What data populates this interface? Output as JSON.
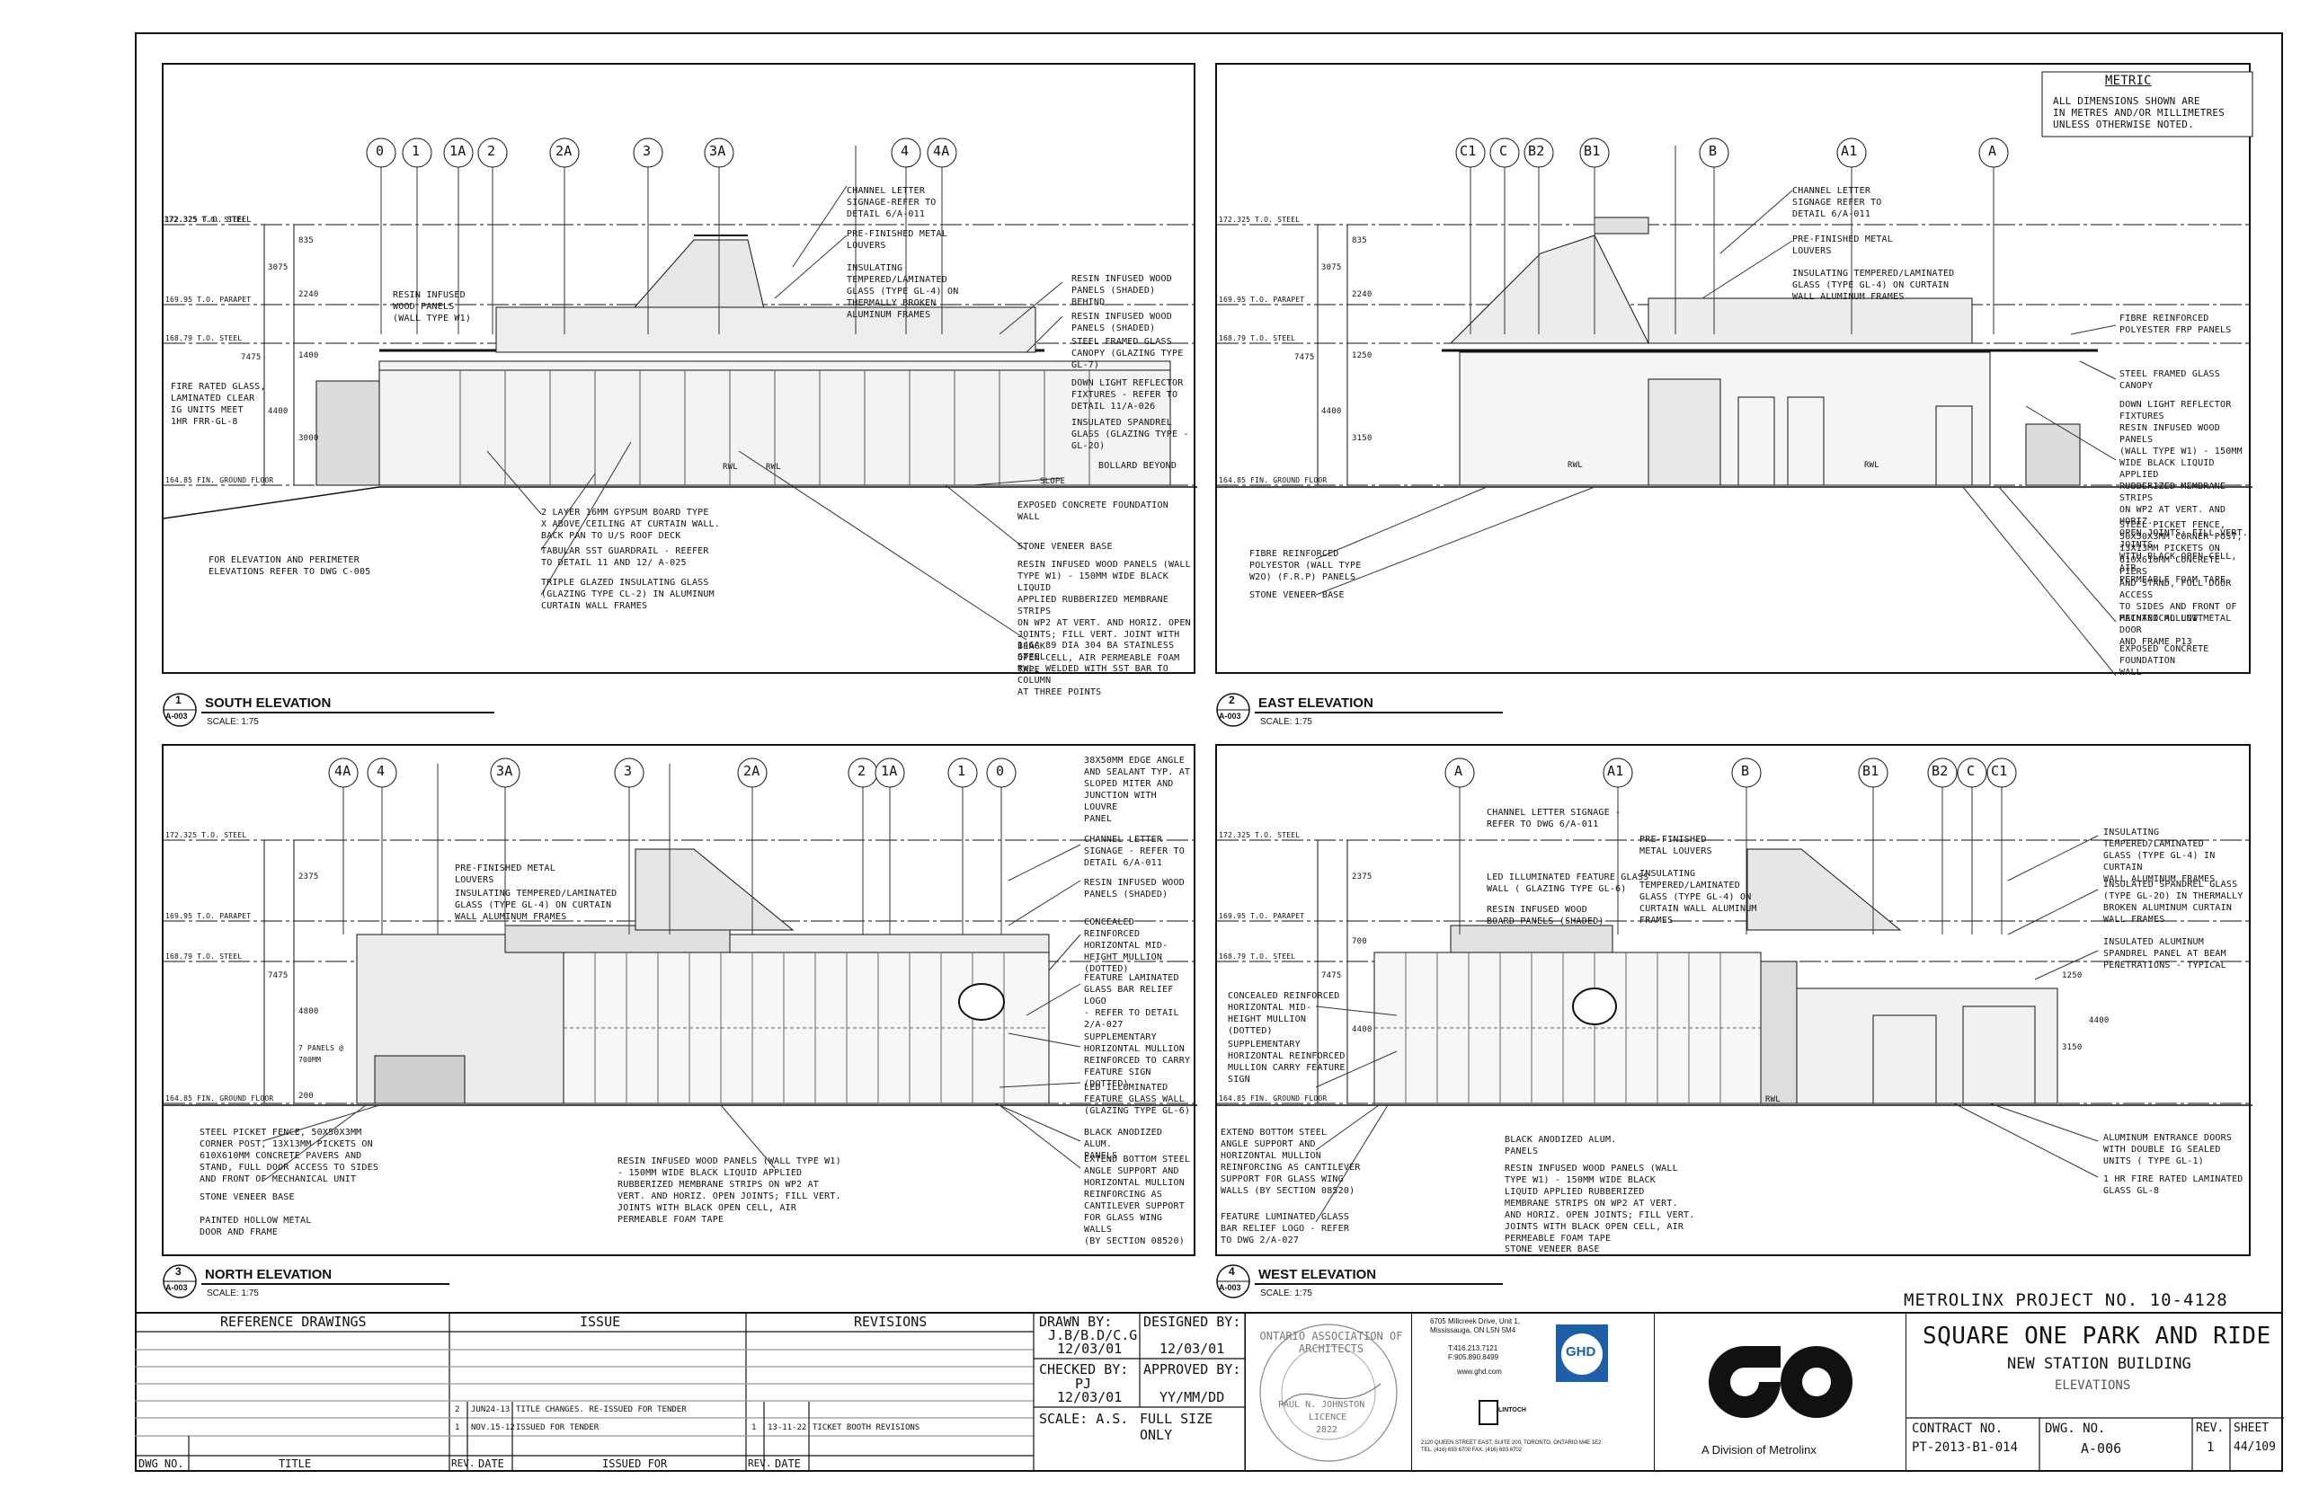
{
  "metric": {
    "title": "METRIC",
    "text": "ALL DIMENSIONS SHOWN ARE\nIN METRES AND/OR MILLIMETRES\nUNLESS OTHERWISE NOTED."
  },
  "levels": {
    "steel_top": "172.325 T.O. STEEL",
    "parapet": "169.95 T.O. PARAPET",
    "steel": "168.79 T.O. STEEL",
    "floor": "164.85 FIN. GROUND FLOOR"
  },
  "south": {
    "num": "1",
    "sheet": "A-003",
    "title": "SOUTH ELEVATION",
    "scale": "SCALE: 1:75",
    "grids": [
      "0",
      "1",
      "1a",
      "2",
      "2a",
      "3",
      "3a",
      "4",
      "4a"
    ],
    "dims": [
      "835",
      "3075",
      "2240",
      "7475",
      "1400",
      "4400",
      "3000"
    ],
    "notes_left": [
      "RESIN INFUSED\nWOOD PANELS\n(WALL TYPE W1)",
      "FIRE RATED GLASS,\nLAMINATED CLEAR\nIG UNITS MEET\n1HR FRR-GL-8",
      "FOR ELEVATION AND PERIMETER\nELEVATIONS REFER TO DWG C-005"
    ],
    "notes_mid": [
      "2 LAYER 16mm GYPSUM BOARD TYPE\nX ABOVE CEILING AT CURTAIN WALL.\nBACK PAN TO U/S ROOF DECK",
      "TABULAR SST GUARDRAIL - REEFER\nTO DETAIL 11  AND 12/ A-025",
      "TRIPLE GLAZED INSULATING GLASS\n(GLAZING TYPE CL-2) IN ALUMINUM\nCURTAIN WALL FRAMES"
    ],
    "notes_right1": [
      "CHANNEL LETTER\nSIGNAGE-REFER TO\nDETAIL 6/A-011",
      "PRE-FINISHED METAL\nLOUVERS",
      "INSULATING\nTEMPERED/LAMINATED\nGLASS (TYPE GL-4) ON\nTHERMALLY BROKEN\nALUMINUM FRAMES"
    ],
    "notes_right2": [
      "RESIN INFUSED WOOD\nPANELS (SHADED) BEHIND",
      "RESIN INFUSED WOOD\nPANELS (SHADED)",
      "STEEL FRAMED GLASS\nCANOPY (GLAZING TYPE\nGL-7)",
      "DOWN LIGHT REFLECTOR\nFIXTURES - REFER TO\nDETAIL 11/A-026",
      "INSULATED SPANDREL\nGLASS (GLAZING TYPE -\nGL-2o)",
      "BOLLARD BEYOND",
      "EXPOSED CONCRETE FOUNDATION WALL",
      "STONE VENEER BASE",
      "RESIN INFUSED WOOD PANELS (WALL\nTYPE W1) - 150mm WIDE BLACK LIQUID\nAPPLIED RUBBERIZED MEMBRANE STRIPS\nON WP2 AT VERT. AND HORIZ. OPEN\nJOINTS; FILL VERT. JOINT WITH BLACK\nOPEN CELL, AIR PERMEABLE FOAM TAPE",
      "14ga 89 DIA 304 BA STAINLESS STEEL\nRWL, WELDED WITH SST BAR TO COLUMN\nAT THREE POINTS"
    ],
    "tags": [
      "RWL",
      "RWL",
      "SLOPE"
    ]
  },
  "east": {
    "num": "2",
    "sheet": "A-003",
    "title": "EAST ELEVATION",
    "scale": "SCALE: 1:75",
    "grids": [
      "C1",
      "C",
      "B2",
      "B1",
      "B",
      "A1",
      "A"
    ],
    "dims": [
      "835",
      "3075",
      "2240",
      "7475",
      "1250",
      "4400",
      "3150"
    ],
    "notes_right1": [
      "CHANNEL LETTER\nSIGNAGE REFER TO\nDETAIL 6/A-011",
      "PRE-FINISHED METAL\nLOUVERS",
      "INSULATING TEMPERED/LAMINATED\nGLASS (TYPE GL-4) ON CURTAIN\nWALL ALUMINUM FRAMES"
    ],
    "notes_right2": [
      "FIBRE REINFORCED\nPOLYESTER FRP PANELS",
      "STEEL FRAMED GLASS\nCANOPY",
      "DOWN LIGHT REFLECTOR\nFIXTURES",
      "RESIN INFUSED WOOD PANELS\n(WALL TYPE W1) - 150mm\nWIDE BLACK LIQUID APPLIED\nRUBBERIZED MEMBRANE STRIPS\nON WP2 AT VERT. AND HORIZ.\nOPEN JOINTS; FILL VERT. JOINTS\nWITH BLACK OPEN CELL, AIR\nPERMEABLE FOAM TAPE",
      "STEEL PICKET FENCE,\n50x50x3mm CORNER POST,\n13x13mm PICKETS ON\n610x610mm CONCRETE PIERS\nAND STAND, FULL DOOR ACCESS\nTO SIDES AND FRONT OF\nMECHANICAL UNIT",
      "PAINTED HOLLOW METAL DOOR\nAND FRAME P13",
      "EXPOSED CONCRETE FOUNDATION\nWALL"
    ],
    "notes_left": [
      "FIBRE REINFORCED\nPOLYESTOR (WALL TYPE\nW2o) (F.R.P) PANELS",
      "STONE VENEER BASE"
    ],
    "tags": [
      "RWL",
      "RWL"
    ]
  },
  "north": {
    "num": "3",
    "sheet": "A-003",
    "title": "NORTH ELEVATION",
    "scale": "SCALE: 1:75",
    "grids": [
      "4a",
      "4",
      "3a",
      "3",
      "2a",
      "2",
      "1a",
      "1",
      "0"
    ],
    "dims": [
      "2375",
      "7475",
      "4800",
      "7 PANELS @ 700mm",
      "200"
    ],
    "notes_top": [
      "PRE-FINISHED METAL\nLOUVERS",
      "INSULATING TEMPERED/LAMINATED\nGLASS (TYPE GL-4) ON CURTAIN\nWALL ALUMINUM FRAMES"
    ],
    "notes_right": [
      "38x50mm EDGE ANGLE\nAND SEALANT TYP. AT\nSLOPED MITER AND\nJUNCTION WITH LOUVRE\nPANEL",
      "CHANNEL LETTER\nSIGNAGE - REFER TO\nDETAIL 6/A-011",
      "RESIN INFUSED WOOD\nPANELS (SHADED)",
      "CONCEALED REINFORCED\nHORIZONTAL MID-\nHEIGHT MULLION\n(DOTTED)",
      "FEATURE LAMINATED\nGLASS BAR RELIEF LOGO\n- REFER TO DETAIL\n2/A-027",
      "SUPPLEMENTARY\nHORIZONTAL MULLION\nREINFORCED TO CARRY\nFEATURE SIGN (DOTTED)",
      "LED ILLUMINATED\nFEATURE GLASS WALL\n(GLAZING TYPE GL-6)",
      "BLACK ANODIZED ALUM.\nPANELS",
      "EXTEND BOTTOM STEEL\nANGLE SUPPORT AND\nHORIZONTAL MULLION\nREINFORCING AS\nCANTILEVER SUPPORT\nFOR GLASS WING WALLS\n(BY SECTION 08520)"
    ],
    "notes_bottom": [
      "STEEL PICKET FENCE, 50x50x3mm\nCORNER POST, 13x13mm PICKETS ON\n610x610mm CONCRETE PAVERS AND\nSTAND, FULL DOOR ACCESS TO SIDES\nAND FRONT OF MECHANICAL UNIT",
      "STONE VENEER BASE",
      "PAINTED HOLLOW METAL\nDOOR AND FRAME",
      "RESIN INFUSED WOOD PANELS (WALL TYPE W1)\n- 150mm WIDE BLACK LIQUID APPLIED\nRUBBERIZED MEMBRANE STRIPS ON WP2 AT\nVERT. AND HORIZ. OPEN JOINTS; FILL VERT.\nJOINTS WITH BLACK OPEN CELL, AIR\nPERMEABLE FOAM TAPE"
    ]
  },
  "west": {
    "num": "4",
    "sheet": "A-003",
    "title": "WEST ELEVATION",
    "scale": "SCALE: 1:75",
    "grids": [
      "A",
      "A1",
      "B",
      "B1",
      "B2",
      "C",
      "C1"
    ],
    "dims": [
      "2375",
      "7475",
      "700",
      "4400",
      "1250",
      "3150",
      "4400"
    ],
    "notes_top": [
      "CHANNEL LETTER SIGNAGE -\nREFER TO DWG 6/A-011",
      "PRE-FINISHED\nMETAL LOUVERS",
      "LED ILLUMINATED FEATURE GLASS\nWALL ( GLAZING TYPE GL-6)",
      "INSULATING\nTEMPERED/LAMINATED\nGLASS (TYPE GL-4) ON\nCURTAIN WALL ALUMINUM\nFRAMES",
      "RESIN INFUSED WOOD\nBOARD PANELS (SHADED)"
    ],
    "notes_right": [
      "INSULATING TEMPERED/LAMINATED\nGLASS (TYPE GL-4) IN CURTAIN\nWALL ALUMINUM FRAMES",
      "INSULATED SPANDREL GLASS\n(TYPE GL-2o) IN THERMALLY\nBROKEN ALUMINUM CURTAIN\nWALL FRAMES",
      "INSULATED ALUMINUM\nSPANDREL PANEL AT BEAM\nPENETRATIONS - TYPICAL",
      "ALUMINUM ENTRANCE DOORS\nWITH DOUBLE IG SEALED\nUNITS ( TYPE GL-1)",
      "1 HR FIRE RATED LAMINATED\nGLASS GL-8"
    ],
    "notes_left": [
      "CONCEALED REINFORCED\nHORIZONTAL MID-\nHEIGHT MULLION\n(DOTTED)",
      "SUPPLEMENTARY\nHORIZONTAL REINFORCED\nMULLION CARRY FEATURE\nSIGN",
      "EXTEND BOTTOM STEEL\nANGLE SUPPORT AND\nHORIZONTAL MULLION\nREINFORCING AS CANTILEVER\nSUPPORT FOR GLASS WING\nWALLS (BY SECTION 08520)",
      "FEATURE LUMINATED GLASS\nBAR RELIEF LOGO - REFER\nTO DWG 2/A-027"
    ],
    "notes_bottom": [
      "BLACK ANODIZED ALUM.\nPANELS",
      "RESIN INFUSED WOOD PANELS (WALL\nTYPE W1) - 150mm WIDE BLACK\nLIQUID APPLIED RUBBERIZED\nMEMBRANE STRIPS ON WP2 AT VERT.\nAND HORIZ. OPEN JOINTS; FILL VERT.\nJOINTS WITH BLACK OPEN CELL, AIR\nPERMEABLE FOAM TAPE",
      "STONE VENEER BASE"
    ],
    "tags": [
      "RWL"
    ]
  },
  "titleblock": {
    "project_no": "METROLINX PROJECT NO. 10-4128",
    "ref_header": "REFERENCE DRAWINGS",
    "issue_header": "ISSUE",
    "revisions_header": "REVISIONS",
    "issues": [
      {
        "no": "2",
        "date": "JUN24-13",
        "text": "TITLE CHANGES. RE-ISSUED FOR TENDER"
      },
      {
        "no": "1",
        "date": "NOV.15-12",
        "text": "ISSUED FOR TENDER"
      }
    ],
    "revisions": [
      {
        "no": "1",
        "date": "13-11-22",
        "text": "TICKET BOOTH REVISIONS"
      }
    ],
    "foot_dwgno": "DWG NO.",
    "foot_title": "TITLE",
    "foot_rev": "REV.",
    "foot_date": "DATE",
    "foot_issued": "ISSUED FOR",
    "foot_rev2": "REV.",
    "foot_date2": "DATE",
    "drawn_by_label": "DRAWN BY:",
    "drawn_by": "J.B/B.D/C.G",
    "drawn_date": "12/03/01",
    "designed_by_label": "DESIGNED BY:",
    "designed_date": "12/03/01",
    "checked_by_label": "CHECKED BY:",
    "checked_by": "PJ",
    "checked_date": "12/03/01",
    "approved_by_label": "APPROVED BY:",
    "approved_date": "YY/MM/DD",
    "scale": "SCALE: A.S.",
    "full_size": "FULL SIZE ONLY",
    "seal_ring": "ONTARIO ASSOCIATION OF ARCHITECTS",
    "seal_name": "PAUL N. JOHNSTON",
    "seal_licence": "LICENCE",
    "seal_no": "2822",
    "firm_address": "6705 Millcreek Drive, Unit 1,\nMississauga, ON L5N 5M4",
    "firm_phone": "T:416.213.7121\nF:905.890.8499",
    "firm_web": "www.ghd.com",
    "firm_logo": "GHD",
    "firm2_name": "LINTOCH",
    "firm2_address": "2120 QUEEN STREET EAST, SUITE 200, TORONTO, ONTARIO  M4E 1E2\nTEL. (416) 693 6700          FAX. (416) 693 6702",
    "go_sub": "A Division of Metrolinx",
    "project_title": "SQUARE ONE PARK AND RIDE",
    "project_sub": "NEW STATION BUILDING",
    "sheet_title": "ELEVATIONS",
    "contract_label": "CONTRACT NO.",
    "contract_no": "PT-2013-B1-014",
    "dwg_label": "DWG. NO.",
    "dwg_no": "A-006",
    "rev_label": "REV.",
    "rev_no": "1",
    "sheet_label": "SHEET",
    "sheet_no": "44/109"
  }
}
